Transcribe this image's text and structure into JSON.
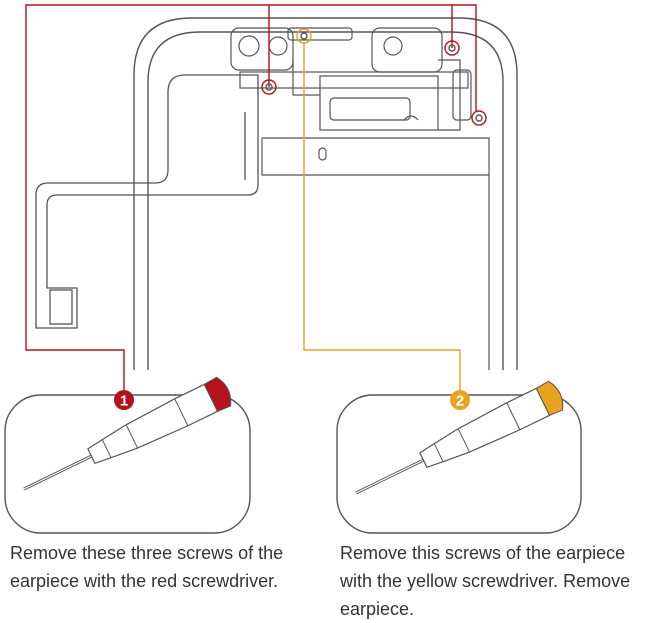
{
  "steps": [
    {
      "number": "1",
      "caption": "Remove these three screws of the earpiece with the red screwdriver.",
      "tool": "red-screwdriver",
      "color": "#b5121b"
    },
    {
      "number": "2",
      "caption": "Remove this screws of the earpiece with the yellow screwdriver. Remove earpiece.",
      "tool": "yellow-screwdriver",
      "color": "#e8a31f"
    }
  ],
  "colors": {
    "outline": "#555555",
    "callout_red": "#b5121b",
    "callout_yellow": "#e8a31f",
    "caption_text": "#333333"
  }
}
